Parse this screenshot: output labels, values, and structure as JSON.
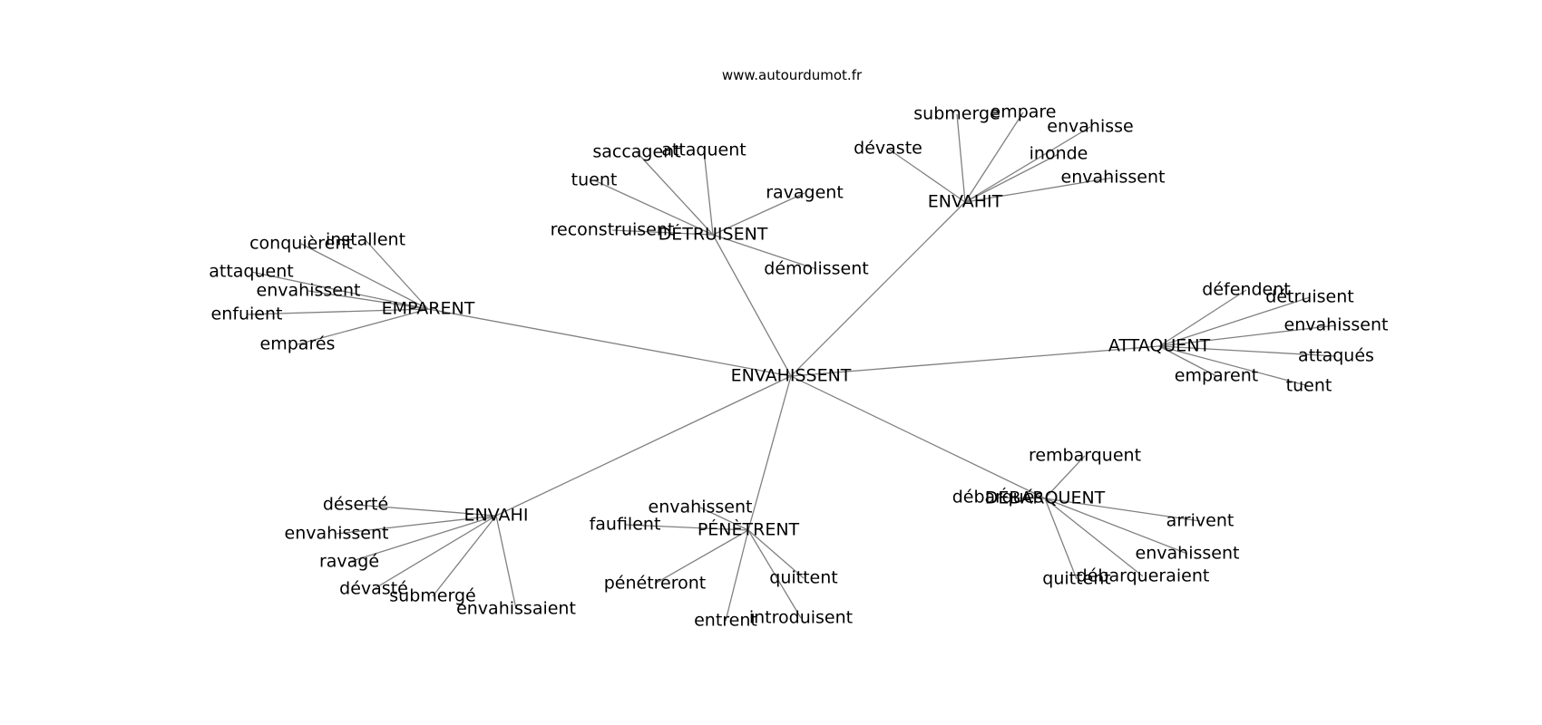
{
  "source": "www.autourdumot.fr",
  "center": "ENVAHISSENT",
  "hubs": [
    {
      "key": "emparent",
      "label": "EMPARENT",
      "leaves": [
        "conquièrent",
        "installent",
        "attaquent",
        "envahissent",
        "enfuient",
        "emparés"
      ]
    },
    {
      "key": "detruisent",
      "label": "DÉTRUISENT",
      "leaves": [
        "saccagent",
        "attaquent",
        "tuent",
        "ravagent",
        "reconstruisent",
        "démolissent"
      ]
    },
    {
      "key": "envahit",
      "label": "ENVAHIT",
      "leaves": [
        "submerge",
        "empare",
        "envahisse",
        "dévaste",
        "inonde",
        "envahissent"
      ]
    },
    {
      "key": "attaquent",
      "label": "ATTAQUENT",
      "leaves": [
        "défendent",
        "détruisent",
        "envahissent",
        "attaqués",
        "emparent",
        "tuent"
      ]
    },
    {
      "key": "envahi",
      "label": "ENVAHI",
      "leaves": [
        "déserté",
        "envahissent",
        "ravagé",
        "dévasté",
        "submergé",
        "envahissaient"
      ]
    },
    {
      "key": "penetrent",
      "label": "PÉNÈTRENT",
      "leaves": [
        "envahissent",
        "faufilent",
        "pénétreront",
        "quittent",
        "entrent",
        "introduisent"
      ]
    },
    {
      "key": "debarquent",
      "label": "DÉBARQUENT",
      "leaves": [
        "rembarquent",
        "débarqués",
        "arrivent",
        "envahissent",
        "quittent",
        "débarqueraient"
      ]
    }
  ]
}
